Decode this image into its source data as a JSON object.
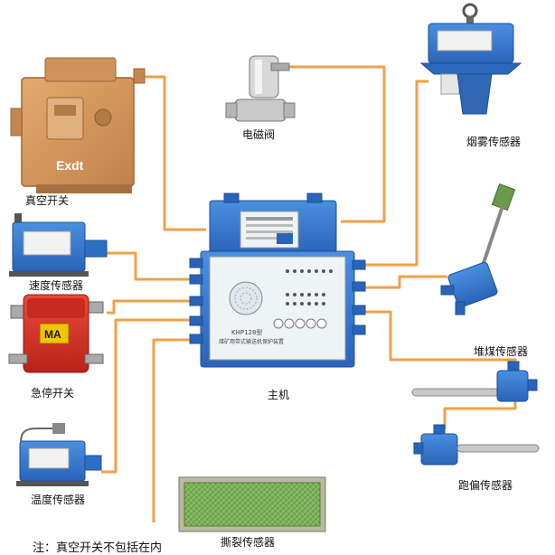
{
  "colors": {
    "wire": "#f0a04a",
    "host_body": "#2f8fd8",
    "host_panel": "#eef3f6",
    "sensor_blue": "#3c74c8",
    "tan_box": "#d99a5c",
    "red_switch": "#d8332a",
    "green_sensor": "#6fa84e"
  },
  "labels": {
    "vacuum_switch": "真空开关",
    "solenoid_valve": "电磁阀",
    "smoke_sensor": "烟雾传感器",
    "speed_sensor": "速度传感器",
    "emergency_stop": "急停开关",
    "host": "主机",
    "coal_pile_sensor": "堆煤传感器",
    "deviation_sensor": "跑偏传感器",
    "temperature_sensor": "温度传感器",
    "tear_sensor": "撕裂传感器",
    "note": "注：真空开关不包括在内"
  },
  "device_text": {
    "vacuum_switch_mark": "Exdt",
    "emergency_badge": "MA",
    "host_model": "KHP128型",
    "host_name": "煤矿用带式输送机保护装置"
  },
  "icons": {
    "vacuum_switch": "explosion-proof-box-icon",
    "solenoid_valve": "solenoid-valve-icon",
    "smoke_sensor": "smoke-detector-icon",
    "speed_sensor": "speed-sensor-icon",
    "emergency_stop": "emergency-stop-switch-icon",
    "host": "controller-box-icon",
    "coal_pile_sensor": "coal-pile-sensor-icon",
    "deviation_sensor": "deviation-sensor-icon",
    "temperature_sensor": "temperature-sensor-icon",
    "tear_sensor": "tear-sensor-icon"
  }
}
